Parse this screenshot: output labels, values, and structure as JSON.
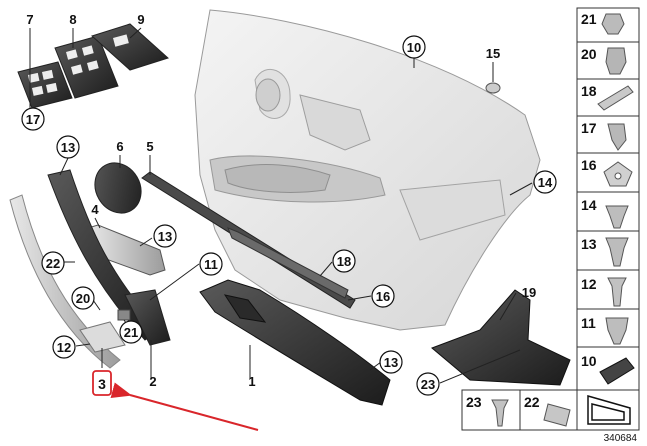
{
  "diagram": {
    "part_number": "340684",
    "highlight_color": "#d9262b",
    "callouts": {
      "c10": "10",
      "c15": "15",
      "c14": "14",
      "c7": "7",
      "c8": "8",
      "c9": "9",
      "c17": "17",
      "c13a": "13",
      "c6": "6",
      "c5": "5",
      "c4": "4",
      "c13b": "13",
      "c22": "22",
      "c11": "11",
      "c18": "18",
      "c16": "16",
      "c19": "19",
      "c20": "20",
      "c21": "21",
      "c12": "12",
      "c3": "3",
      "c2": "2",
      "c1": "1",
      "c13c": "13",
      "c23": "23"
    },
    "legend": {
      "l21": "21",
      "l20": "20",
      "l18": "18",
      "l17": "17",
      "l16": "16",
      "l14": "14",
      "l13": "13",
      "l12": "12",
      "l11": "11",
      "l10": "10",
      "l23": "23",
      "l22": "22"
    }
  }
}
